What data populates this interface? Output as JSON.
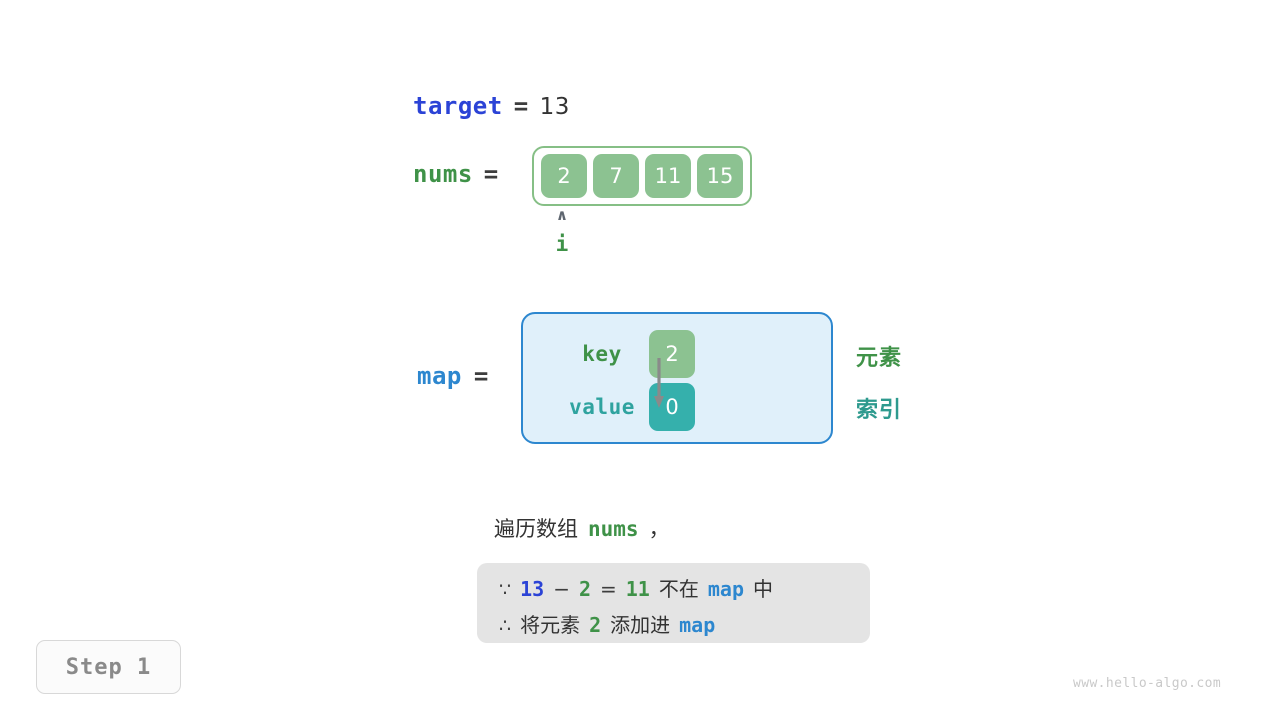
{
  "target": {
    "name": "target",
    "equals": "=",
    "value": "13"
  },
  "nums": {
    "name": "nums",
    "equals": "=",
    "cells": [
      "2",
      "7",
      "11",
      "15"
    ]
  },
  "pointer": {
    "caret": "∧",
    "label": "i"
  },
  "map": {
    "name": "map",
    "equals": "=",
    "key_label": "key",
    "value_label": "value",
    "key_cell": "2",
    "value_cell": "0",
    "annotation_element": "元素",
    "annotation_index": "索引"
  },
  "caption": {
    "prefix": "遍历数组",
    "code": "nums",
    "suffix": "，"
  },
  "conclusion": {
    "line1": {
      "symbol": "∵",
      "a": "13",
      "op1": "−",
      "b": "2",
      "op2": "=",
      "c": "11",
      "text1": "不在",
      "map": "map",
      "text2": "中"
    },
    "line2": {
      "symbol": "∴",
      "text1": "将元素",
      "a": "2",
      "text2": "添加进",
      "map": "map"
    }
  },
  "step_badge": "Step 1",
  "watermark": "www.hello-algo.com",
  "colors": {
    "blue_strong": "#2b43d6",
    "blue_light": "#2d87cf",
    "green": "#3f9248",
    "green_cell": "#8cc291",
    "teal_cell": "#35b0ac",
    "map_bg": "#e0f0fa",
    "conclusion_bg": "#e4e4e4",
    "arrow_gray": "#8a8a8a"
  }
}
